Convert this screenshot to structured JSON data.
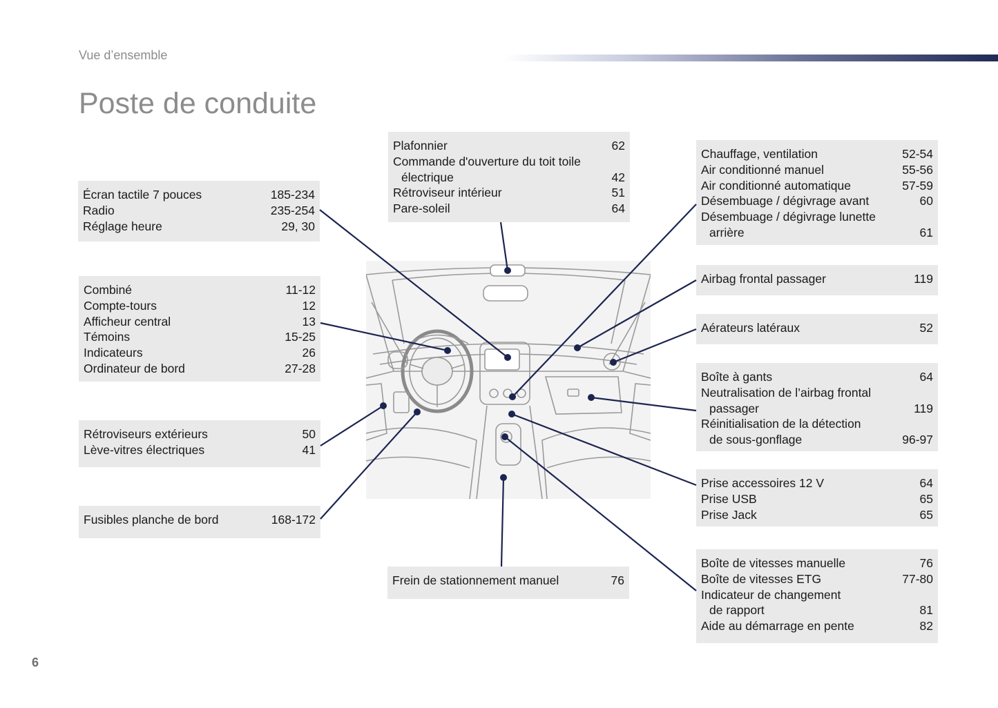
{
  "header": {
    "section": "Vue d’ensemble",
    "title": "Poste de conduite",
    "page_number": "6"
  },
  "boxes": {
    "ecran": [
      {
        "label": "Écran tactile 7 pouces",
        "page": "185-234"
      },
      {
        "label": "Radio",
        "page": "235-254"
      },
      {
        "label": "Réglage heure",
        "page": "29, 30"
      }
    ],
    "combine": [
      {
        "label": "Combiné",
        "page": "11-12"
      },
      {
        "label": "Compte-tours",
        "page": "12"
      },
      {
        "label": "Afficheur central",
        "page": "13"
      },
      {
        "label": "Témoins",
        "page": "15-25"
      },
      {
        "label": "Indicateurs",
        "page": "26"
      },
      {
        "label": "Ordinateur de bord",
        "page": "27-28"
      }
    ],
    "retro": [
      {
        "label": "Rétroviseurs extérieurs",
        "page": "50"
      },
      {
        "label": "Lève-vitres électriques",
        "page": "41"
      }
    ],
    "fusibles": [
      {
        "label": "Fusibles planche de bord",
        "page": "168-172"
      }
    ],
    "plafonnier": [
      {
        "label": "Plafonnier",
        "page": "62"
      },
      {
        "label": "Commande d'ouverture du toit toile",
        "label2": "électrique",
        "page": "42"
      },
      {
        "label": "Rétroviseur intérieur",
        "page": "51"
      },
      {
        "label": "Pare-soleil",
        "page": "64"
      }
    ],
    "frein": [
      {
        "label": "Frein de stationnement manuel",
        "page": "76"
      }
    ],
    "chauffage": [
      {
        "label": "Chauffage, ventilation",
        "page": "52-54"
      },
      {
        "label": "Air conditionné manuel",
        "page": "55-56"
      },
      {
        "label": "Air conditionné automatique",
        "page": "57-59"
      },
      {
        "label": "Désembuage / dégivrage avant",
        "page": "60"
      },
      {
        "label": "Désembuage / dégivrage lunette",
        "label2": "arrière",
        "page": "61"
      }
    ],
    "airbag": [
      {
        "label": "Airbag frontal passager",
        "page": "119"
      }
    ],
    "aerateurs": [
      {
        "label": "Aérateurs latéraux",
        "page": "52"
      }
    ],
    "boite_gants": [
      {
        "label": "Boîte à gants",
        "page": "64"
      },
      {
        "label": "Neutralisation de l’airbag frontal",
        "label2": "passager",
        "page": "119"
      },
      {
        "label": "Réinitialisation de la détection",
        "label2": "de sous-gonflage",
        "page": "96-97"
      }
    ],
    "prises": [
      {
        "label": "Prise accessoires 12 V",
        "page": "64"
      },
      {
        "label": "Prise USB",
        "page": "65"
      },
      {
        "label": "Prise Jack",
        "page": "65"
      }
    ],
    "vitesses": [
      {
        "label": "Boîte de vitesses manuelle",
        "page": "76"
      },
      {
        "label": "Boîte de vitesses ETG",
        "page": "77-80"
      },
      {
        "label": "Indicateur de changement",
        "label2": "de rapport",
        "page": "81"
      },
      {
        "label": "Aide au démarrage en pente",
        "page": "82"
      }
    ]
  },
  "colors": {
    "leader": "#1c2450",
    "box": "#e9e9e9",
    "muted_text": "#8c8c8c"
  }
}
